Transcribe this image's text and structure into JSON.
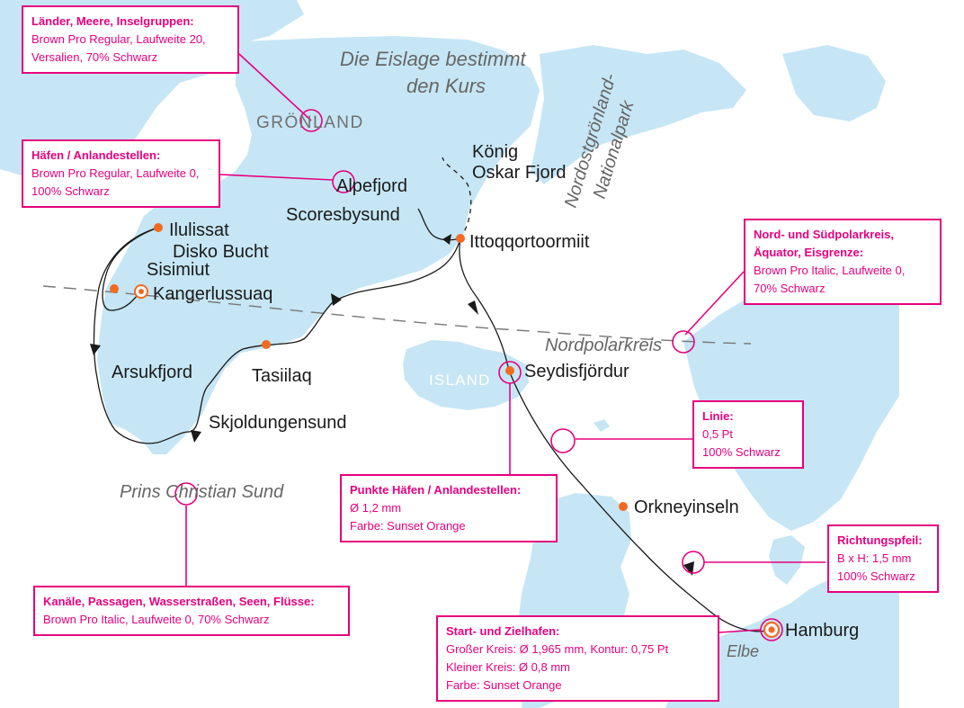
{
  "colors": {
    "sea": "#ffffff",
    "land": "#c6e6f5",
    "magenta": "#e6007e",
    "orange": "#f26b21",
    "route": "#1a1a1a",
    "grey_label": "#666666",
    "circle_line": "#777777"
  },
  "map_labels": {
    "title_line1": "Die Eislage bestimmt",
    "title_line2": "den Kurs",
    "park_line1": "Nordostgrönland-",
    "park_line2": "Nationalpark",
    "groenland": "GRÖNLAND",
    "island": "ISLAND",
    "polar_circle": "Nordpolarkreis",
    "prins_christian": "Prins Christian Sund",
    "elbe": "Elbe"
  },
  "places": {
    "koenig_line1": "König",
    "koenig_line2": "Oskar Fjord",
    "alpefjord": "Alpefjord",
    "scoresbysund": "Scoresbysund",
    "ittoqqortoormiit": "Ittoqqortoormiit",
    "ilulissat": "Ilulissat",
    "disko": "Disko Bucht",
    "sisimiut": "Sisimiut",
    "kangerlussuaq": "Kangerlussuaq",
    "arsukfjord": "Arsukfjord",
    "tasiilaq": "Tasiilaq",
    "skjoldungensund": "Skjoldungensund",
    "seydisfjordur": "Seydisfjördur",
    "orkneyinseln": "Orkneyinseln",
    "hamburg": "Hamburg"
  },
  "annotations": {
    "laender": {
      "title": "Länder, Meere, Inselgruppen:",
      "lines": [
        "Brown Pro Regular, Laufweite 20,",
        "Versalien, 70% Schwarz"
      ]
    },
    "haefen": {
      "title": "Häfen / Anlandestellen:",
      "lines": [
        "Brown Pro Regular, Laufweite 0,",
        "100% Schwarz"
      ]
    },
    "polarkreis": {
      "title_line1": "Nord- und Südpolarkreis,",
      "title_line2": "Äquator, Eisgrenze:",
      "lines": [
        "Brown Pro Italic, Laufweite 0,",
        "70% Schwarz"
      ]
    },
    "linie": {
      "title": "Linie:",
      "lines": [
        "0,5 Pt",
        "100% Schwarz"
      ]
    },
    "punkte": {
      "title": "Punkte Häfen / Anlandestellen:",
      "lines": [
        "Ø 1,2 mm",
        "Farbe: Sunset Orange"
      ]
    },
    "richtungspfeil": {
      "title": "Richtungspfeil:",
      "lines": [
        "B x H: 1,5 mm",
        "100% Schwarz"
      ]
    },
    "kanaele": {
      "title": "Kanäle, Passagen, Wasserstraßen, Seen, Flüsse:",
      "lines": [
        "Brown Pro Italic, Laufweite 0, 70% Schwarz"
      ]
    },
    "start": {
      "title": "Start- und Zielhafen:",
      "lines": [
        "Großer Kreis: Ø 1,965 mm, Kontur: 0,75 Pt",
        "Kleiner Kreis: Ø 0,8 mm",
        "Farbe: Sunset Orange"
      ]
    }
  }
}
